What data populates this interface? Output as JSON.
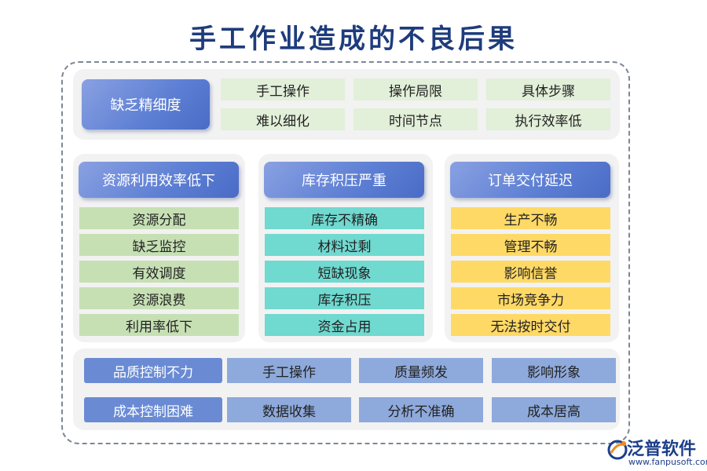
{
  "title": "手工作业造成的不良后果",
  "top": {
    "head": "缺乏精细度",
    "items": [
      "手工操作",
      "操作局限",
      "具体步骤",
      "难以细化",
      "时间节点",
      "执行效率低"
    ]
  },
  "middle": [
    {
      "head": "资源利用效率低下",
      "items": [
        "资源分配",
        "缺乏监控",
        "有效调度",
        "资源浪费",
        "利用率低下"
      ]
    },
    {
      "head": "库存积压严重",
      "items": [
        "库存不精确",
        "材料过剩",
        "短缺现象",
        "库存积压",
        "资金占用"
      ]
    },
    {
      "head": "订单交付延迟",
      "items": [
        "生产不畅",
        "管理不畅",
        "影响信誉",
        "市场竞争力",
        "无法按时交付"
      ]
    }
  ],
  "bottom": [
    {
      "head": "品质控制不力",
      "items": [
        "手工操作",
        "质量频发",
        "影响形象"
      ]
    },
    {
      "head": "成本控制困难",
      "items": [
        "数据收集",
        "分析不准确",
        "成本居高"
      ]
    }
  ],
  "logo": {
    "name": "泛普软件",
    "url": "www.fanpusoft.com"
  },
  "colors": {
    "title": "#1e3c7c",
    "header": "#5c7ed3",
    "green": "#c6e0b4",
    "teal": "#70d9d0",
    "yellow": "#ffd966",
    "blue": "#8ea9db"
  }
}
